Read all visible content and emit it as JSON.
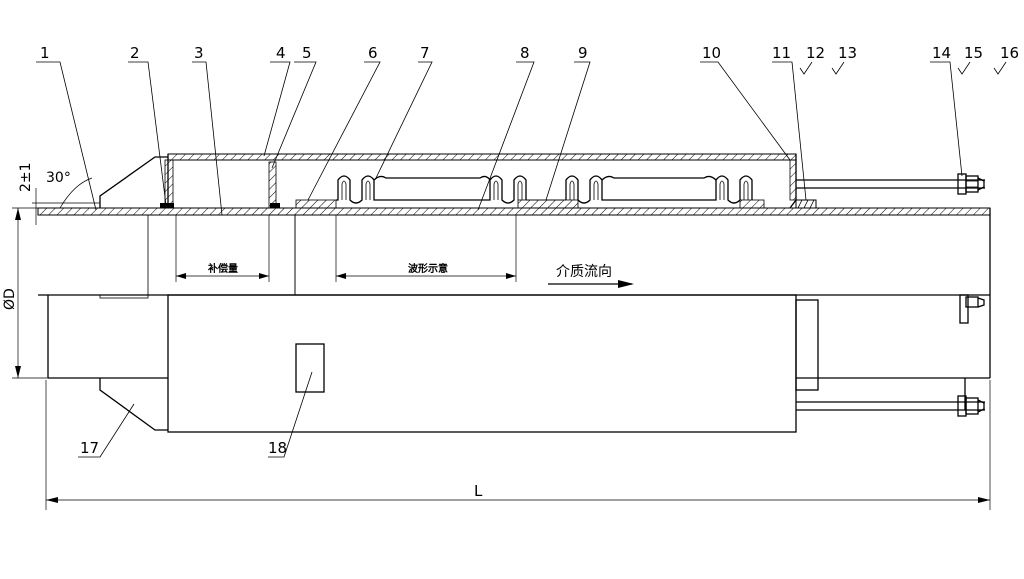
{
  "callouts": {
    "c1": "1",
    "c2": "2",
    "c3": "3",
    "c4": "4",
    "c5": "5",
    "c6": "6",
    "c7": "7",
    "c8": "8",
    "c9": "9",
    "c10": "10",
    "c11": "11",
    "c12": "12",
    "c13": "13",
    "c14": "14",
    "c15": "15",
    "c16": "16",
    "c17": "17",
    "c18": "18"
  },
  "dimensions": {
    "gap": "2±1",
    "angle": "30°",
    "diameter": "ØD",
    "length": "L",
    "compensation": "补偿量",
    "bellows_span": "波形示意"
  },
  "annotations": {
    "flow_direction": "介质流向"
  }
}
